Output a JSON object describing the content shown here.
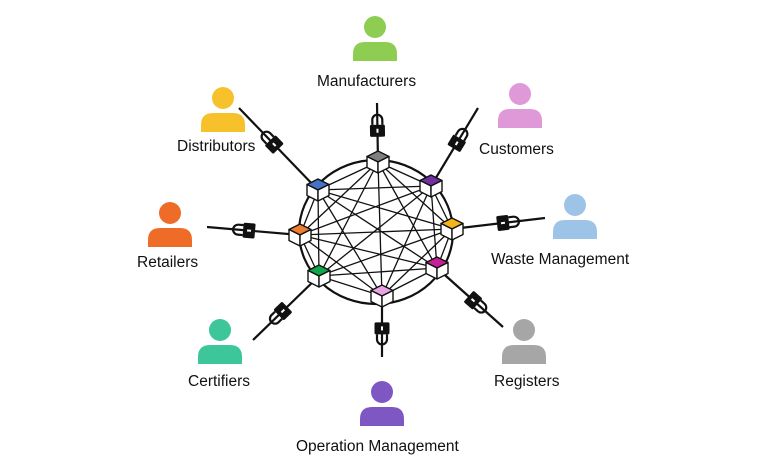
{
  "participants": [
    {
      "id": "manufacturers",
      "label": "Manufacturers",
      "person_color": "#8ccd52",
      "block_color": "#7f7f7f"
    },
    {
      "id": "customers",
      "label": "Customers",
      "person_color": "#df98d8",
      "block_color": "#7030a0"
    },
    {
      "id": "waste-management",
      "label": "Waste Management",
      "person_color": "#9dc3e6",
      "block_color": "#f4b41a"
    },
    {
      "id": "registers",
      "label": "Registers",
      "person_color": "#a6a6a6",
      "block_color": "#c71f9a"
    },
    {
      "id": "operation-management",
      "label": "Operation Management",
      "person_color": "#7e57c2",
      "block_color": "#e9a3e3"
    },
    {
      "id": "certifiers",
      "label": "Certifiers",
      "person_color": "#3cc69a",
      "block_color": "#10a64a"
    },
    {
      "id": "retailers",
      "label": "Retailers",
      "person_color": "#ee6c28",
      "block_color": "#ed7d31"
    },
    {
      "id": "distributors",
      "label": "Distributors",
      "person_color": "#f6c12a",
      "block_color": "#4472c4"
    }
  ],
  "colors": {
    "line": "#111111",
    "lock": "#111111",
    "block_side": "#ffffff"
  }
}
